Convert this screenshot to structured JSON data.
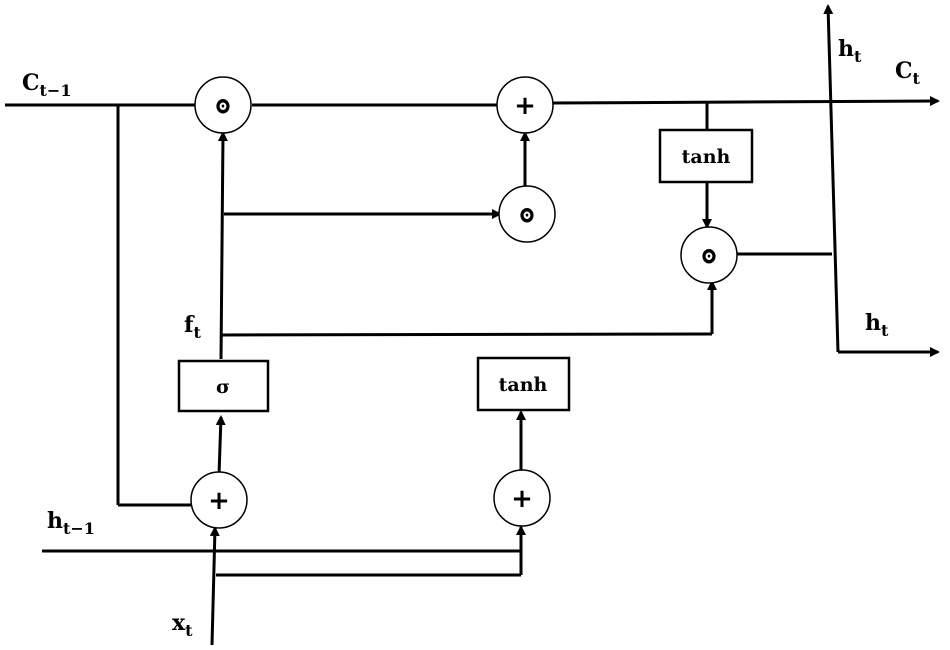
{
  "labels": {
    "c_prev": {
      "main": "C",
      "sub": "t−1"
    },
    "c_out": {
      "main": "C",
      "sub": "t"
    },
    "h_up": {
      "main": "h",
      "sub": "t"
    },
    "h_right": {
      "main": "h",
      "sub": "t"
    },
    "f": {
      "main": "f",
      "sub": "t"
    },
    "h_prev": {
      "main": "h",
      "sub": "t−1"
    },
    "x": {
      "main": "x",
      "sub": "t"
    }
  },
  "ops": {
    "mul": "ʘ",
    "add": "+"
  },
  "boxes": {
    "sigma": "σ",
    "tanh_top": "tanh",
    "tanh_bottom": "tanh"
  }
}
